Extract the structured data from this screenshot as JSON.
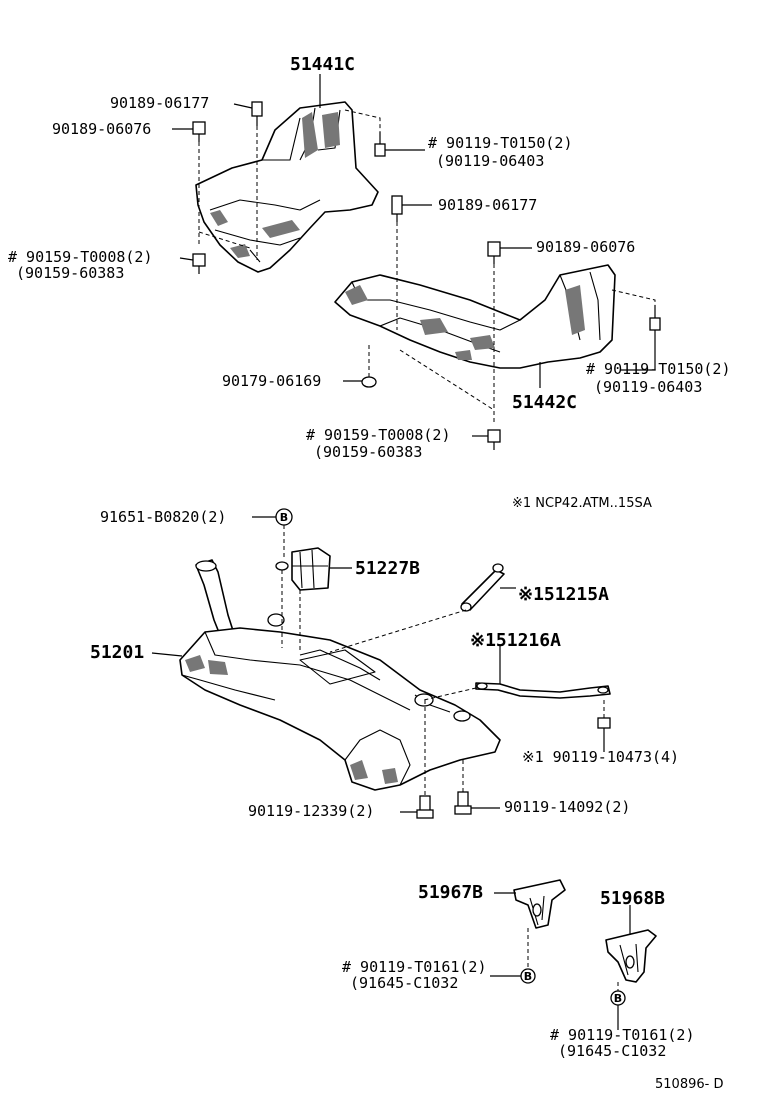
{
  "top": {
    "cover_front": "51441C",
    "cover_rear": "51442C",
    "l_90189_06177_a": "90189-06177",
    "l_90189_06076_a": "90189-06076",
    "l_90119_T0150_a": "# 90119-T0150(2)",
    "l_90119_06403_a": "(90119-06403",
    "l_90189_06177_b": "90189-06177",
    "l_90159_T0008_a": "# 90159-T0008(2)",
    "l_90159_60383_a": "(90159-60383",
    "l_90189_06076_b": "90189-06076",
    "l_90119_T0150_b": "# 90119-T0150(2)",
    "l_90119_06403_b": "(90119-06403",
    "l_90179_06169": "90179-06169",
    "l_90159_T0008_b": "# 90159-T0008(2)",
    "l_90159_60383_b": "(90159-60383"
  },
  "middle": {
    "note": "※1 NCP42.ATM..15SA",
    "l_91651": "91651-B0820(2)",
    "callout_b": "B",
    "l_51227B": "51227B",
    "l_51215A": "※151215A",
    "l_51201": "51201",
    "l_51216A": "※151216A",
    "l_90119_10473": "※1 90119-10473(4)",
    "l_90119_12339": "90119-12339(2)",
    "l_90119_14092": "90119-14092(2)"
  },
  "bottom": {
    "l_51967B": "51967B",
    "l_51968B": "51968B",
    "l_90119_T0161_a": "# 90119-T0161(2)",
    "l_91645_a": "(91645-C1032",
    "l_90119_T0161_b": "# 90119-T0161(2)",
    "l_91645_b": "(91645-C1032",
    "callout_b1": "B",
    "callout_b2": "B"
  },
  "footer": {
    "code": "510896- D"
  }
}
